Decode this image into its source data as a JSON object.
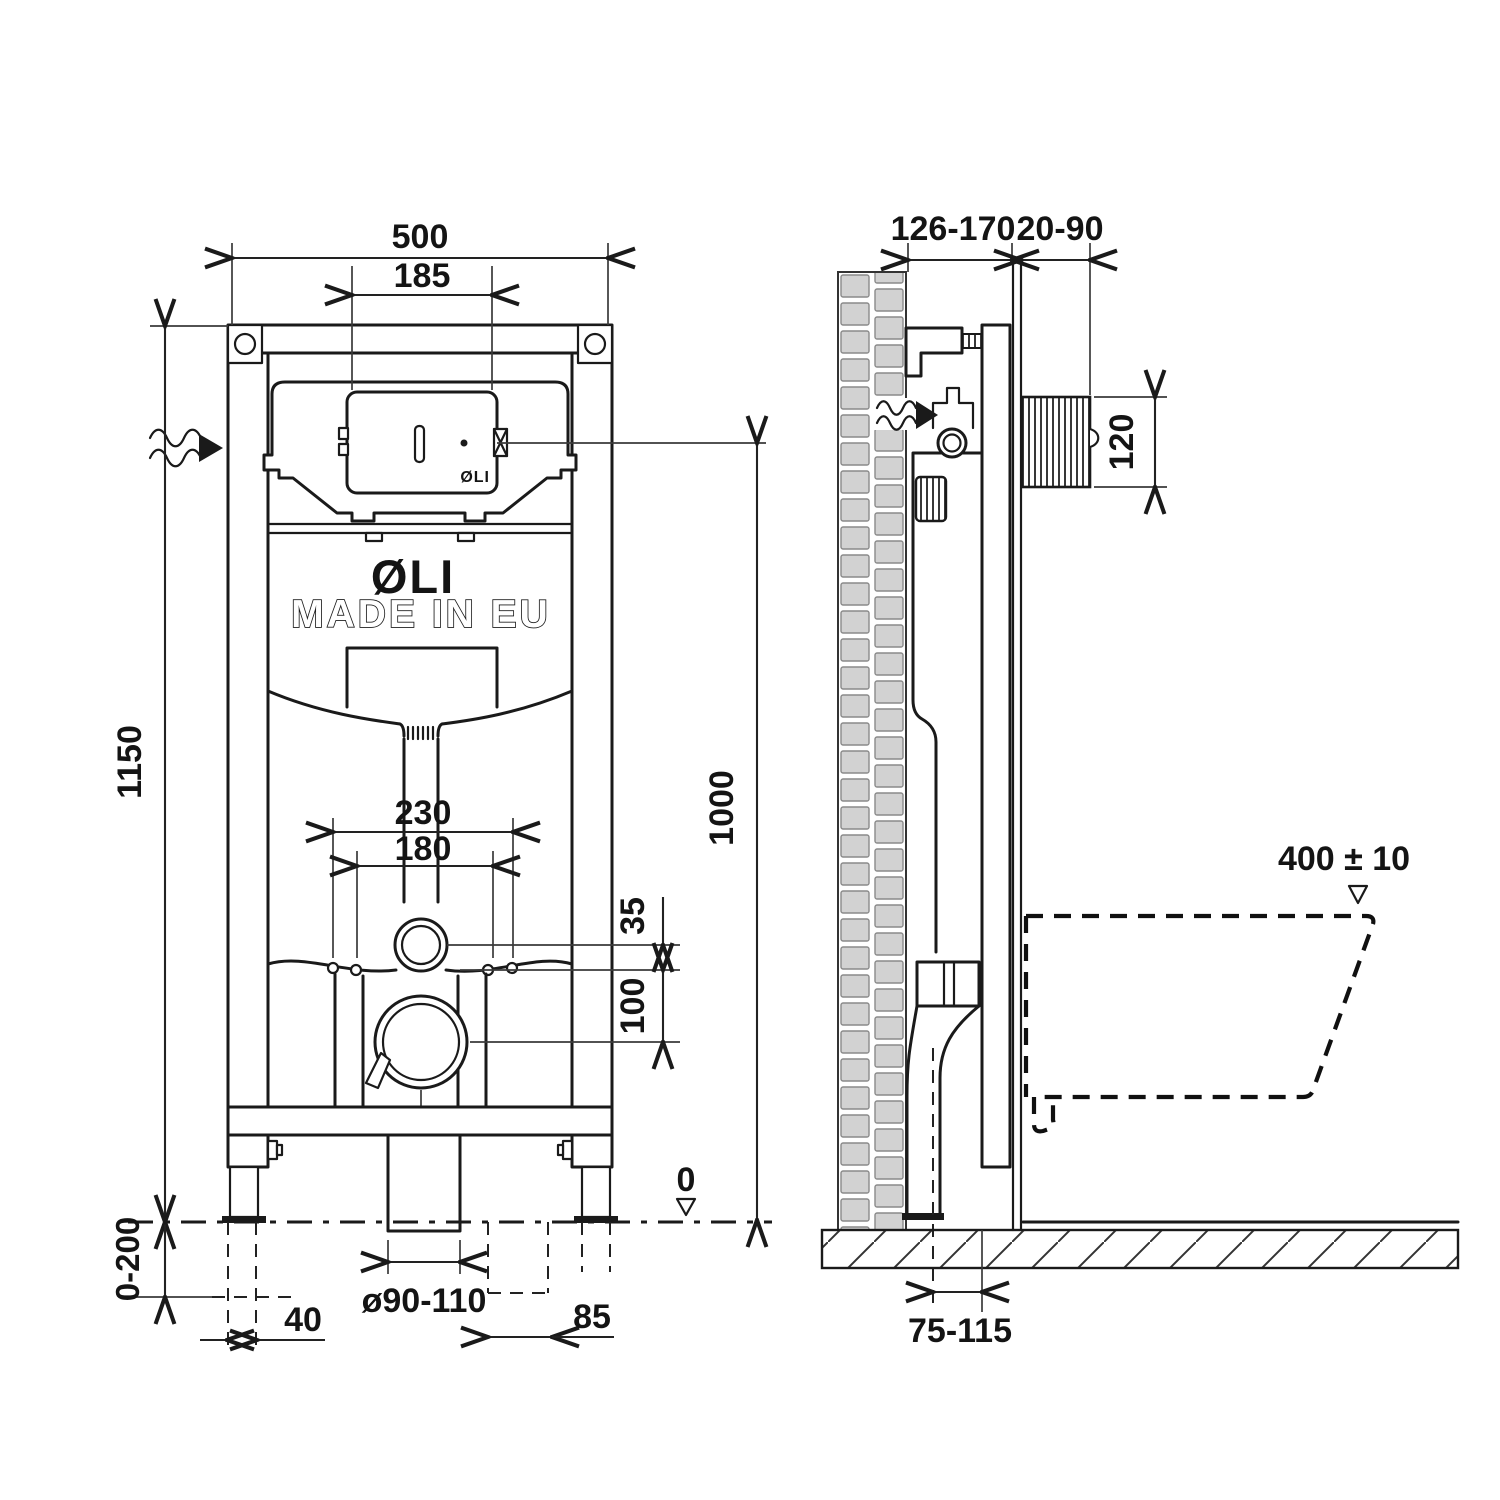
{
  "drawing": {
    "title_hint": "OLI concealed WC cistern frame installation drawing",
    "colors": {
      "line": "#1a1a1a",
      "dimension": "#222222",
      "brick_fill": "#d2d2d2"
    },
    "branding": {
      "logo": "ØLI",
      "box_logo": "ØLI",
      "made_in": "MADE IN EU"
    },
    "front_view": {
      "frame_width": "500",
      "flush_plate_cutout_width": "185",
      "frame_height": "1150",
      "foot_adjust_range": "0-200",
      "fixing_spacing_outer": "230",
      "fixing_spacing_inner": "180",
      "inlet_offset": "35",
      "inlet_to_outlet": "100",
      "outlet_diameter": "ø90-110",
      "left_foot_offset": "40",
      "right_foot_offset": "85",
      "floor_level": "0"
    },
    "side_view": {
      "frame_depth": "126-170",
      "flush_plate_depth": "20-90",
      "flush_plate_height": "120",
      "flush_plate_center_height": "1000",
      "bowl_top_height": "400 ± 10",
      "outlet_to_wall": "75-115"
    }
  }
}
